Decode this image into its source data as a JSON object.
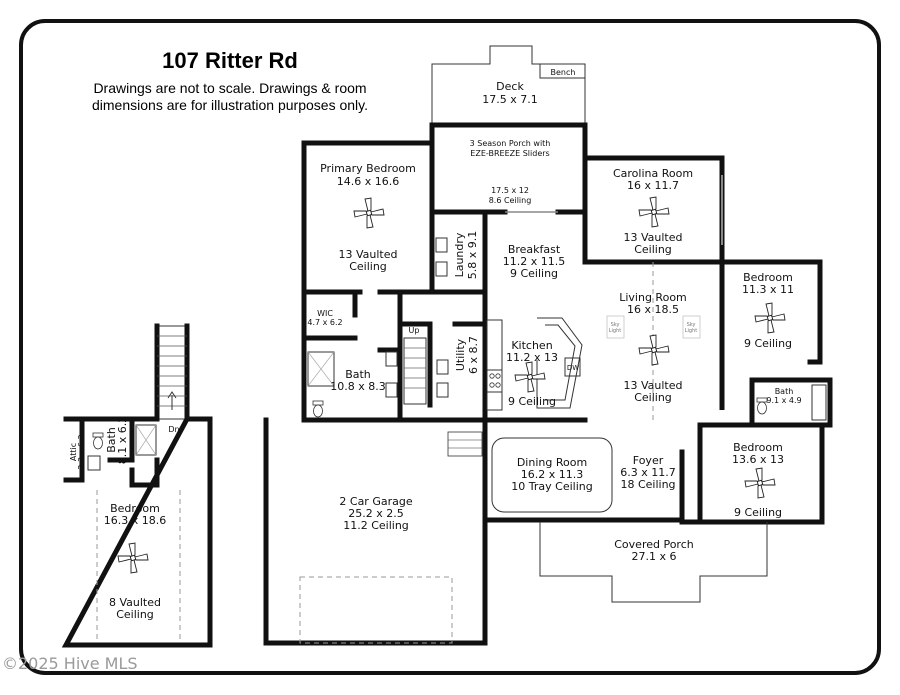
{
  "title": "107 Ritter Rd",
  "disclaimer": [
    "Drawings are not to scale. Drawings & room",
    "dimensions are for illustration purposes only."
  ],
  "watermark": "©2025 Hive MLS",
  "labels": {
    "bench": "Bench",
    "up": "Up",
    "dn": "Dn",
    "dw": "DW",
    "sky1": "Sky",
    "sky1b": "Light",
    "sky2": "Sky",
    "sky2b": "Light"
  },
  "rooms": {
    "deck": [
      "Deck",
      "17.5 x 7.1"
    ],
    "porch": [
      "3 Season Porch with",
      "EZE-BREEZE Sliders"
    ],
    "porch_dim": [
      "17.5 x 12",
      "8.6 Ceiling"
    ],
    "carolina": [
      "Carolina Room",
      "16 x 11.7"
    ],
    "carolina_ceiling": [
      "13 Vaulted",
      "Ceiling"
    ],
    "primary": [
      "Primary Bedroom",
      "14.6 x 16.6"
    ],
    "primary_ceiling": [
      "13 Vaulted",
      "Ceiling"
    ],
    "laundry": [
      "Laundry",
      "5.8 x 9.1"
    ],
    "breakfast": [
      "Breakfast",
      "11.2 x 11.5",
      "9 Ceiling"
    ],
    "living": [
      "Living Room",
      "16 x 18.5"
    ],
    "living_ceiling": [
      "13 Vaulted",
      "Ceiling"
    ],
    "bedroom_e1": [
      "Bedroom",
      "11.3 x 11"
    ],
    "bedroom_e1_ceiling": "9 Ceiling",
    "wic": [
      "WIC",
      "4.7 x 6.2"
    ],
    "utility": [
      "Utility",
      "6 x 8.7"
    ],
    "kitchen": [
      "Kitchen",
      "11.2 x 13"
    ],
    "kitchen_ceiling": "9 Ceiling",
    "bath_main": [
      "Bath",
      "10.8 x 8.3"
    ],
    "bath_e": [
      "Bath",
      "9.1 x 4.9"
    ],
    "bedroom_e2": [
      "Bedroom",
      "13.6 x 13"
    ],
    "bedroom_e2_ceiling": "9 Ceiling",
    "dining": [
      "Dining Room",
      "16.2 x 11.3",
      "10 Tray Ceiling"
    ],
    "foyer": [
      "Foyer",
      "6.3 x 11.7",
      "18 Ceiling"
    ],
    "garage": [
      "2 Car Garage",
      "25.2 x 2.5",
      "11.2 Ceiling"
    ],
    "covered_porch": [
      "Covered Porch",
      "27.1 x 6"
    ],
    "attic": [
      "Attic",
      "2.3 x 6.3"
    ],
    "bath_up": [
      "Bath",
      "8.1 x 6.2"
    ],
    "bedroom_up": [
      "Bedroom",
      "16.3 x 18.6"
    ],
    "bedroom_up_ceiling": [
      "8 Vaulted",
      "Ceiling"
    ]
  }
}
